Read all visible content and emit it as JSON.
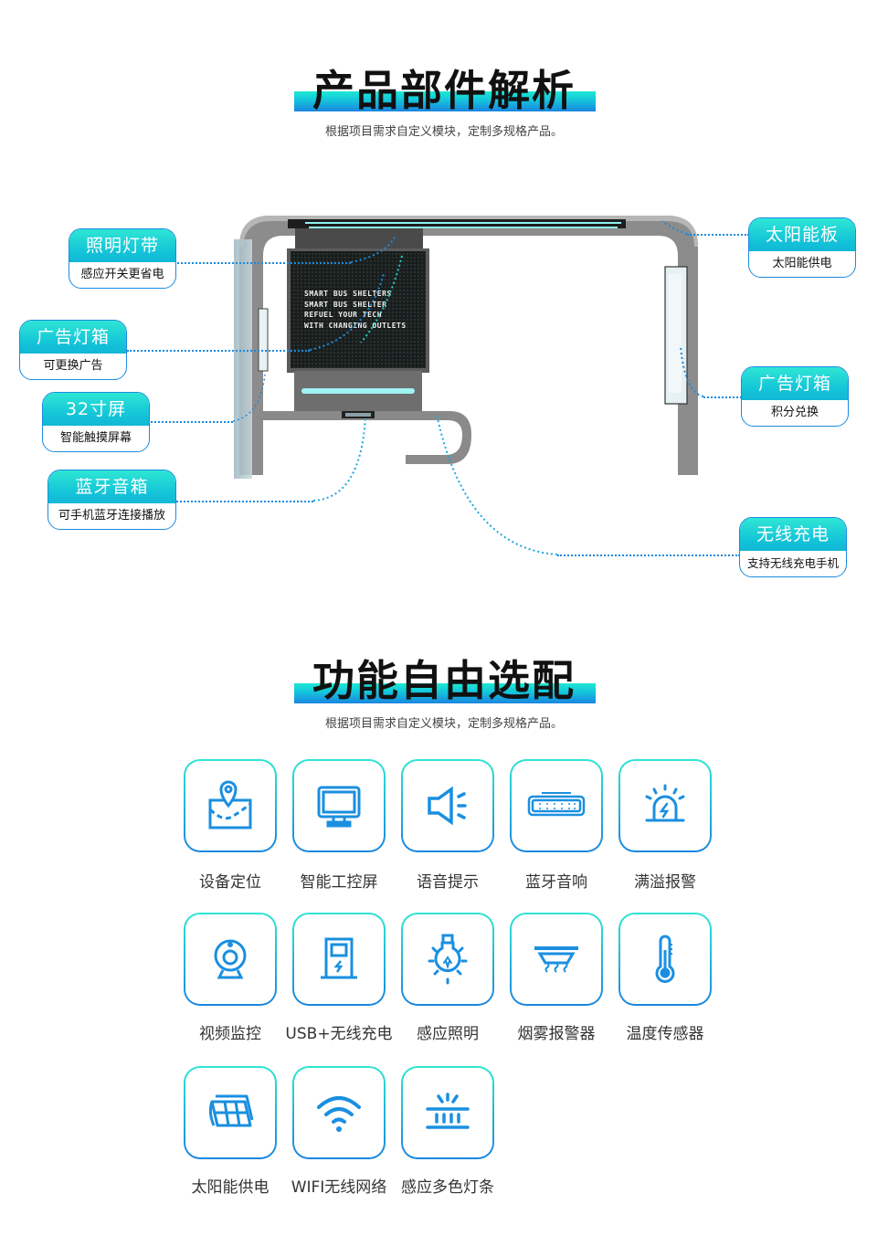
{
  "section1": {
    "title": "产品部件解析",
    "subtitle": "根据项目需求自定义模块，定制多规格产品。"
  },
  "screen_text": [
    "SMART BUS SHELTERS",
    "SMART BUS SHELTER",
    "REFUEL YOUR TECH",
    "WITH CHANGING OUTLETS"
  ],
  "callouts": [
    {
      "title": "照明灯带",
      "desc": "感应开关更省电"
    },
    {
      "title": "广告灯箱",
      "desc": "可更换广告"
    },
    {
      "title": "32寸屏",
      "desc": "智能触摸屏幕"
    },
    {
      "title": "蓝牙音箱",
      "desc": "可手机蓝牙连接播放"
    },
    {
      "title": "太阳能板",
      "desc": "太阳能供电"
    },
    {
      "title": "广告灯箱",
      "desc": "积分兑换"
    },
    {
      "title": "无线充电",
      "desc": "支持无线充电手机"
    }
  ],
  "section2": {
    "title": "功能自由选配",
    "subtitle": "根据项目需求自定义模块，定制多规格产品。"
  },
  "features": [
    {
      "label": "设备定位",
      "icon": "map-pin-icon"
    },
    {
      "label": "智能工控屏",
      "icon": "monitor-icon"
    },
    {
      "label": "语音提示",
      "icon": "speaker-icon"
    },
    {
      "label": "蓝牙音响",
      "icon": "soundbar-icon"
    },
    {
      "label": "满溢报警",
      "icon": "alarm-siren-icon"
    },
    {
      "label": "视频监控",
      "icon": "webcam-icon"
    },
    {
      "label": "USB+无线充电",
      "icon": "charging-station-icon"
    },
    {
      "label": "感应照明",
      "icon": "light-bulb-icon"
    },
    {
      "label": "烟雾报警器",
      "icon": "smoke-detector-icon"
    },
    {
      "label": "温度传感器",
      "icon": "thermometer-icon"
    },
    {
      "label": "太阳能供电",
      "icon": "solar-panel-icon"
    },
    {
      "label": "WIFI无线网络",
      "icon": "wifi-icon"
    },
    {
      "label": "感应多色灯条",
      "icon": "light-strip-icon"
    }
  ],
  "colors": {
    "accent_teal": "#1ee8d2",
    "accent_blue": "#1a86e0",
    "shelter_gray": "#8a8a8a"
  }
}
